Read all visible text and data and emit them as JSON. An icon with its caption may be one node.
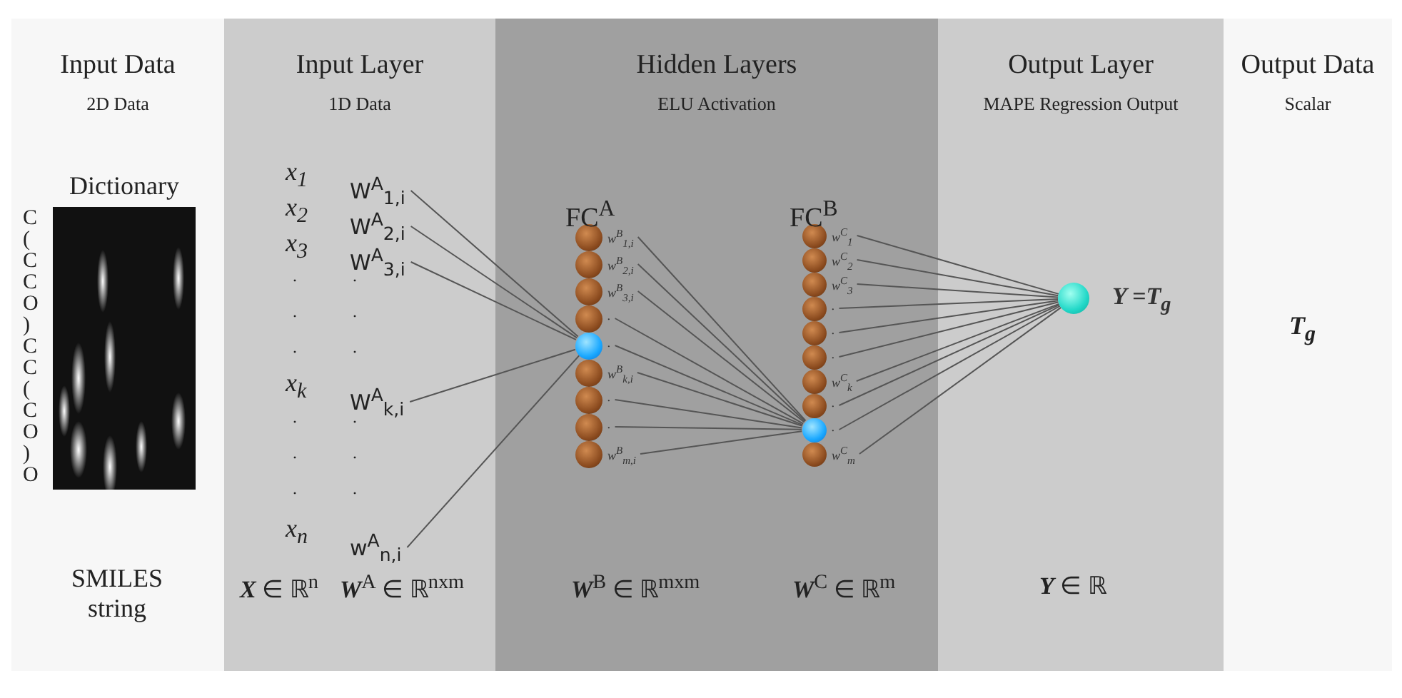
{
  "diagram": {
    "nodes": [
      {
        "text": [
          "Input Data",
          "2D Data"
        ]
      },
      {
        "text": [
          "Dictionary"
        ],
        "in": 0
      },
      {
        "text": [
          "Input Layer",
          "1D Data"
        ]
      },
      {
        "text": [
          "W$^{A}$$_{1,i}$"
        ],
        "in": 2
      },
      {
        "text": [
          "W$^{A}$$_{2,i}$"
        ],
        "in": 2
      },
      {
        "text": [
          "W$^{A}$$_{3,i}$"
        ],
        "in": 2
      },
      {
        "text": [
          "W$^{A}$$_{k,i}$"
        ],
        "in": 2
      },
      {
        "text": [
          "w$^{A}$$_{n,i}$"
        ],
        "in": 2
      },
      {
        "text": [
          "Hidden Layers",
          "ELU Activation"
        ]
      },
      {
        "text": [],
        "shape": "circle",
        "in": 8,
        "beside": [
          "w$^{B}$$_{1,i}$"
        ]
      },
      {
        "text": [],
        "shape": "circle",
        "in": 8,
        "beside": [
          "w$^{B}$$_{2,i}$"
        ]
      },
      {
        "text": [],
        "shape": "circle",
        "in": 8,
        "beside": [
          "w$^{B}$$_{3,i}$"
        ]
      },
      {
        "text": [],
        "shape": "circle",
        "in": 8,
        "beside": [
          "."
        ]
      },
      {
        "text": [],
        "shape": "circle",
        "in": 8,
        "beside": [
          "."
        ]
      },
      {
        "text": [],
        "shape": "circle",
        "in": 8,
        "beside": [
          "w$^{B}$$_{k,i}$"
        ]
      },
      {
        "text": [],
        "shape": "circle",
        "in": 8,
        "beside": [
          "."
        ]
      },
      {
        "text": [],
        "shape": "circle",
        "in": 8,
        "beside": [
          "."
        ]
      },
      {
        "text": [],
        "shape": "circle",
        "in": 8,
        "beside": [
          "w$^{B}$$_{m,i}$"
        ]
      },
      {
        "text": [],
        "shape": "circle",
        "in": 8,
        "beside": [
          "w$^{C}$$_{1}$"
        ]
      },
      {
        "text": [],
        "shape": "circle",
        "in": 8,
        "beside": [
          "w$^{C}$$_{2}$"
        ]
      },
      {
        "text": [],
        "shape": "circle",
        "in": 8,
        "beside": [
          "w$^{C}$$_{3}$"
        ]
      },
      {
        "text": [],
        "shape": "circle",
        "in": 8,
        "beside": [
          "."
        ]
      },
      {
        "text": [],
        "shape": "circle",
        "in": 8,
        "beside": [
          "."
        ]
      },
      {
        "text": [],
        "shape": "circle",
        "in": 8,
        "beside": [
          "."
        ]
      },
      {
        "text": [],
        "shape": "circle",
        "in": 8,
        "beside": [
          "w$^{C}$$_{k}$"
        ]
      },
      {
        "text": [],
        "shape": "circle",
        "in": 8,
        "beside": [
          "."
        ]
      },
      {
        "text": [],
        "shape": "circle",
        "in": 8,
        "beside": [
          "."
        ]
      },
      {
        "text": [],
        "shape": "circle",
        "in": 8,
        "beside": [
          "w$^{C}$$_{m}$"
        ]
      },
      {
        "text": [
          "Output Layer",
          "MAPE Regression Output"
        ]
      },
      {
        "text": [],
        "shape": "circle",
        "in": 28,
        "beside": [
          "Y =T$_{g}$"
        ]
      },
      {
        "text": [
          "Output Data",
          "Scalar"
        ]
      }
    ],
    "edges": [
      {
        "from": 3,
        "to": 13,
        "arrow": "none"
      },
      {
        "from": 4,
        "to": 13,
        "arrow": "none"
      },
      {
        "from": 5,
        "to": 13,
        "arrow": "none"
      },
      {
        "from": 6,
        "to": 13,
        "arrow": "none"
      },
      {
        "from": 7,
        "to": 13,
        "arrow": "none"
      },
      {
        "from": 9,
        "to": 26,
        "arrow": "none"
      },
      {
        "from": 10,
        "to": 26,
        "arrow": "none"
      },
      {
        "from": 11,
        "to": 26,
        "arrow": "none"
      },
      {
        "from": 12,
        "to": 26,
        "arrow": "none"
      },
      {
        "from": 13,
        "to": 26,
        "arrow": "none"
      },
      {
        "from": 14,
        "to": 26,
        "arrow": "none"
      },
      {
        "from": 15,
        "to": 26,
        "arrow": "none"
      },
      {
        "from": 16,
        "to": 26,
        "arrow": "none"
      },
      {
        "from": 17,
        "to": 26,
        "arrow": "none"
      },
      {
        "from": 18,
        "to": 29,
        "arrow": "none"
      },
      {
        "from": 19,
        "to": 29,
        "arrow": "none"
      },
      {
        "from": 20,
        "to": 29,
        "arrow": "none"
      },
      {
        "from": 21,
        "to": 29,
        "arrow": "none"
      },
      {
        "from": 22,
        "to": 29,
        "arrow": "none"
      },
      {
        "from": 23,
        "to": 29,
        "arrow": "none"
      },
      {
        "from": 24,
        "to": 29,
        "arrow": "none"
      },
      {
        "from": 25,
        "to": 29,
        "arrow": "none"
      },
      {
        "from": 26,
        "to": 29,
        "arrow": "none"
      },
      {
        "from": 27,
        "to": 29,
        "arrow": "none"
      }
    ],
    "labels": [
      "C",
      "(",
      "C",
      "C",
      "O",
      ")",
      "C",
      "C",
      "(",
      "C",
      "O",
      ")",
      "O",
      "x$_{1}$",
      "x$_{2}$",
      "x$_{3}$",
      ".",
      ".",
      ".",
      ".",
      ".",
      ".",
      "x$_{k}$",
      ".",
      ".",
      ".",
      ".",
      ".",
      ".",
      "x$_{n}$",
      "FC$^{A}$",
      "FC$^{B}$",
      "T$_{g}$",
      "SMILES string",
      "**X** ∈ ℝ$^{n}$",
      "**W**$^{A}$ ∈ ℝ$^{nxm}$",
      "**W**$^{B}$ ∈ ℝ$^{mxm}$",
      "**W**$^{C}$ ∈ ℝ$^{m}$",
      "**Y** ∈ ℝ"
    ]
  }
}
